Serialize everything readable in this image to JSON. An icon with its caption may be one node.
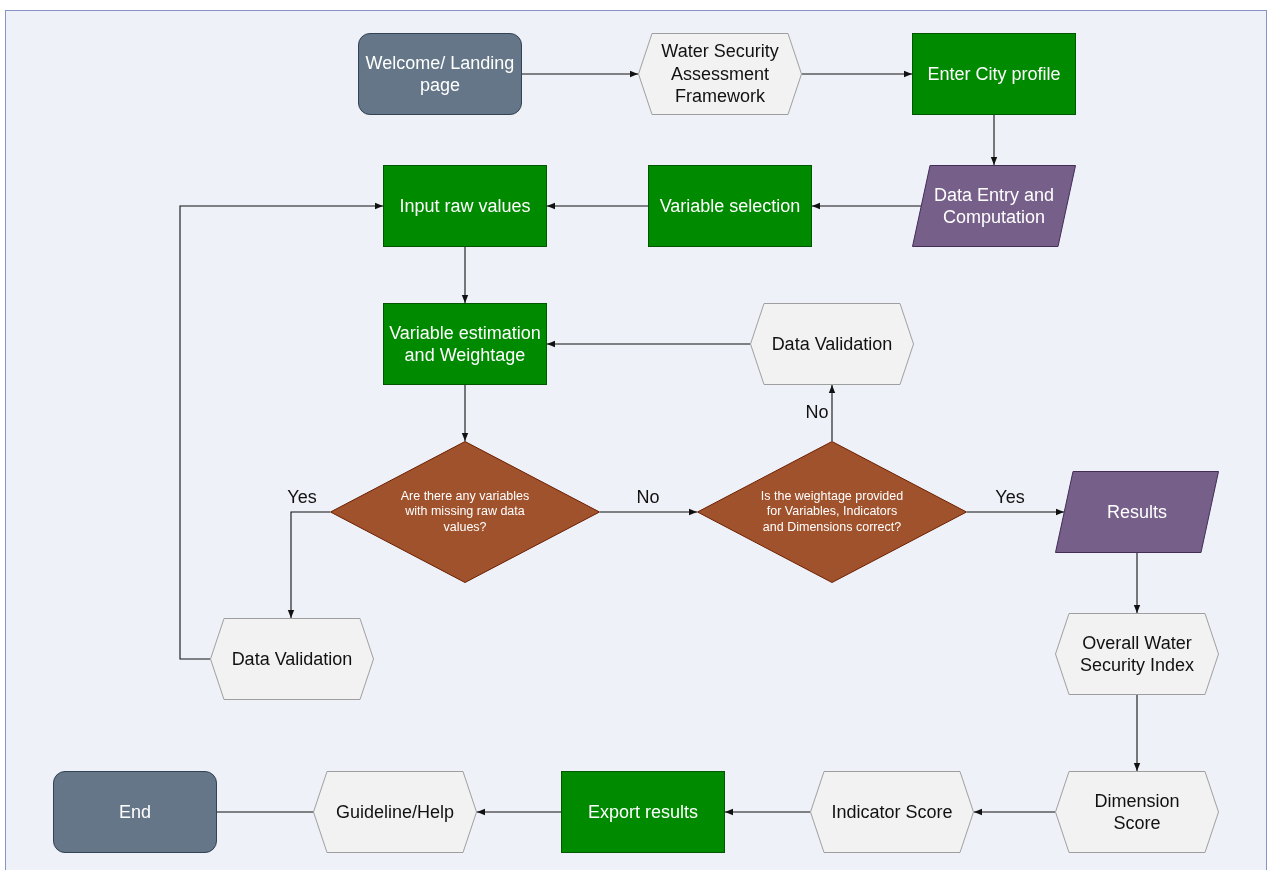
{
  "diagram": {
    "nodes": [
      {
        "text": [
          "Welcome/ Landing page"
        ]
      },
      {
        "text": [
          "Water Security Assessment Framework"
        ]
      },
      {
        "text": [
          "Enter City profile"
        ]
      },
      {
        "text": [
          "Data Entry and Computation"
        ]
      },
      {
        "text": [
          "Variable selection"
        ]
      },
      {
        "text": [
          "Input raw values"
        ]
      },
      {
        "text": [
          "Variable estimation and Weightage"
        ]
      },
      {
        "text": [
          "Data Validation"
        ]
      },
      {
        "text": [
          "Are there any variables with missing raw data values?"
        ]
      },
      {
        "text": [
          "Is the weightage provided for Variables, Indicators and Dimensions correct?"
        ]
      },
      {
        "text": [
          "Results"
        ]
      },
      {
        "text": [
          "Data Validation"
        ]
      },
      {
        "text": [
          "Overall Water Security Index"
        ]
      },
      {
        "text": [
          "Dimension Score"
        ]
      },
      {
        "text": [
          "Indicator Score"
        ]
      },
      {
        "text": [
          "Export results"
        ]
      },
      {
        "text": [
          "Guideline/Help"
        ]
      },
      {
        "text": [
          "End"
        ]
      }
    ],
    "edges": [
      {
        "from": 0,
        "to": 1,
        "arrow": "to"
      },
      {
        "from": 1,
        "to": 2,
        "arrow": "to"
      },
      {
        "from": 2,
        "to": 3,
        "arrow": "to"
      },
      {
        "from": 3,
        "to": 4,
        "arrow": "to"
      },
      {
        "from": 4,
        "to": 5,
        "arrow": "to"
      },
      {
        "from": 5,
        "to": 6,
        "arrow": "to"
      },
      {
        "from": 6,
        "to": 8,
        "arrow": "to"
      },
      {
        "from": 8,
        "to": 9,
        "arrow": "to",
        "label": "No"
      },
      {
        "from": 8,
        "to": 11,
        "arrow": "to",
        "label": "Yes"
      },
      {
        "from": 11,
        "to": 5,
        "arrow": "to"
      },
      {
        "from": 9,
        "to": 7,
        "arrow": "to",
        "label": "No"
      },
      {
        "from": 7,
        "to": 6,
        "arrow": "to"
      },
      {
        "from": 9,
        "to": 10,
        "arrow": "to",
        "label": "Yes"
      },
      {
        "from": 10,
        "to": 12,
        "arrow": "to"
      },
      {
        "from": 12,
        "to": 13,
        "arrow": "to"
      },
      {
        "from": 13,
        "to": 14,
        "arrow": "to"
      },
      {
        "from": 14,
        "to": 15,
        "arrow": "to"
      },
      {
        "from": 15,
        "to": 16,
        "arrow": "to"
      },
      {
        "from": 16,
        "to": 17,
        "arrow": "to"
      }
    ]
  }
}
